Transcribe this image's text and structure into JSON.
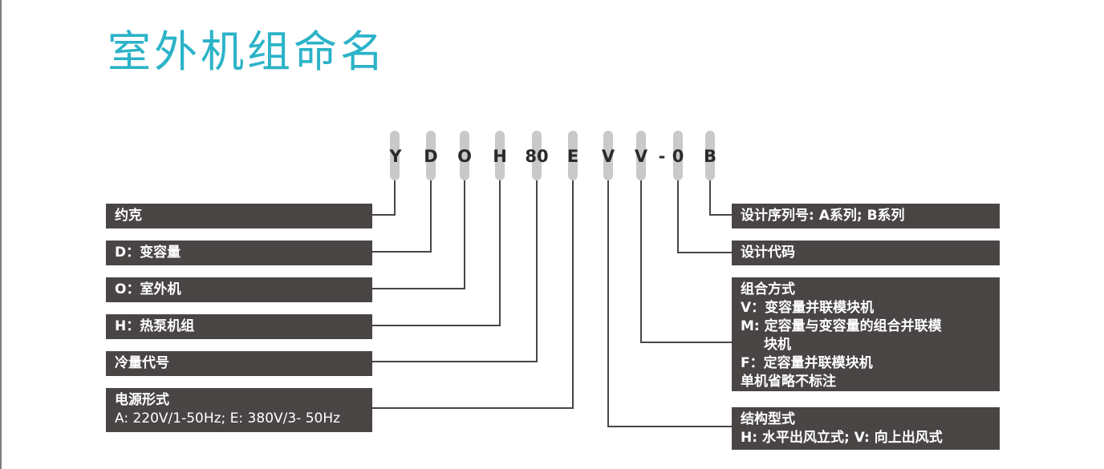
{
  "title": "室外机组命名",
  "code_chars": [
    "Y",
    "D",
    "O",
    "H",
    "80",
    "E",
    "V",
    "V",
    "-",
    "0",
    "B"
  ],
  "left_labels": [
    {
      "lines": [
        "约克"
      ]
    },
    {
      "lines": [
        "D：变容量"
      ]
    },
    {
      "lines": [
        "O：室外机"
      ]
    },
    {
      "lines": [
        "H：热泵机组"
      ]
    },
    {
      "lines": [
        "冷量代号"
      ]
    },
    {
      "lines": [
        "电源形式",
        "A: 220V/1-50Hz; E: 380V/3- 50Hz"
      ]
    }
  ],
  "right_labels": [
    {
      "lines": [
        "设计序列号: A系列; B系列"
      ]
    },
    {
      "lines": [
        "设计代码"
      ]
    },
    {
      "lines": [
        "组合方式",
        "V：变容量并联模块机",
        "M: 定容量与变容量的组合并联模",
        "块机",
        "F：定容量并联模块机",
        "单机省略不标注"
      ]
    },
    {
      "lines": [
        "结构型式",
        "H: 水平出风立式; V: 向上出风式"
      ]
    }
  ],
  "colors": {
    "title": "#2bb3c8",
    "box_bg": "#4a4545",
    "box_text": "#ffffff",
    "connector": "#4a4545",
    "tab": "#c9c9c9"
  }
}
